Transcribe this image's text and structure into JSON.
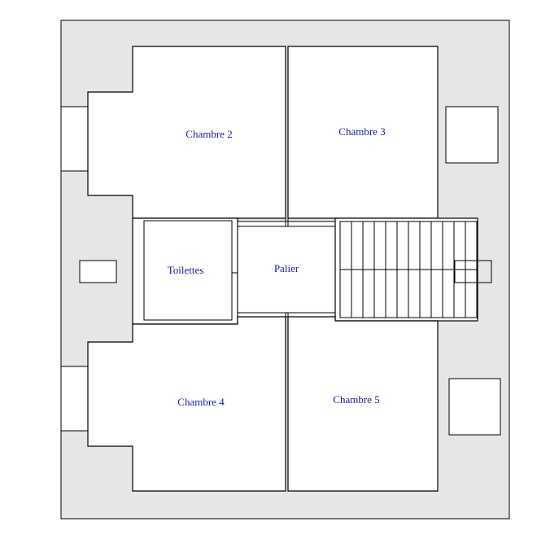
{
  "rooms": {
    "chambre2": "Chambre 2",
    "chambre3": "Chambre 3",
    "toilettes": "Toilettes",
    "palier": "Palier",
    "chambre4": "Chambre 4",
    "chambre5": "Chambre 5"
  },
  "colors": {
    "background": "#ffffff",
    "roof_area": "#e6e6e6",
    "walls": "#000000",
    "label": "#1a1aa8"
  }
}
